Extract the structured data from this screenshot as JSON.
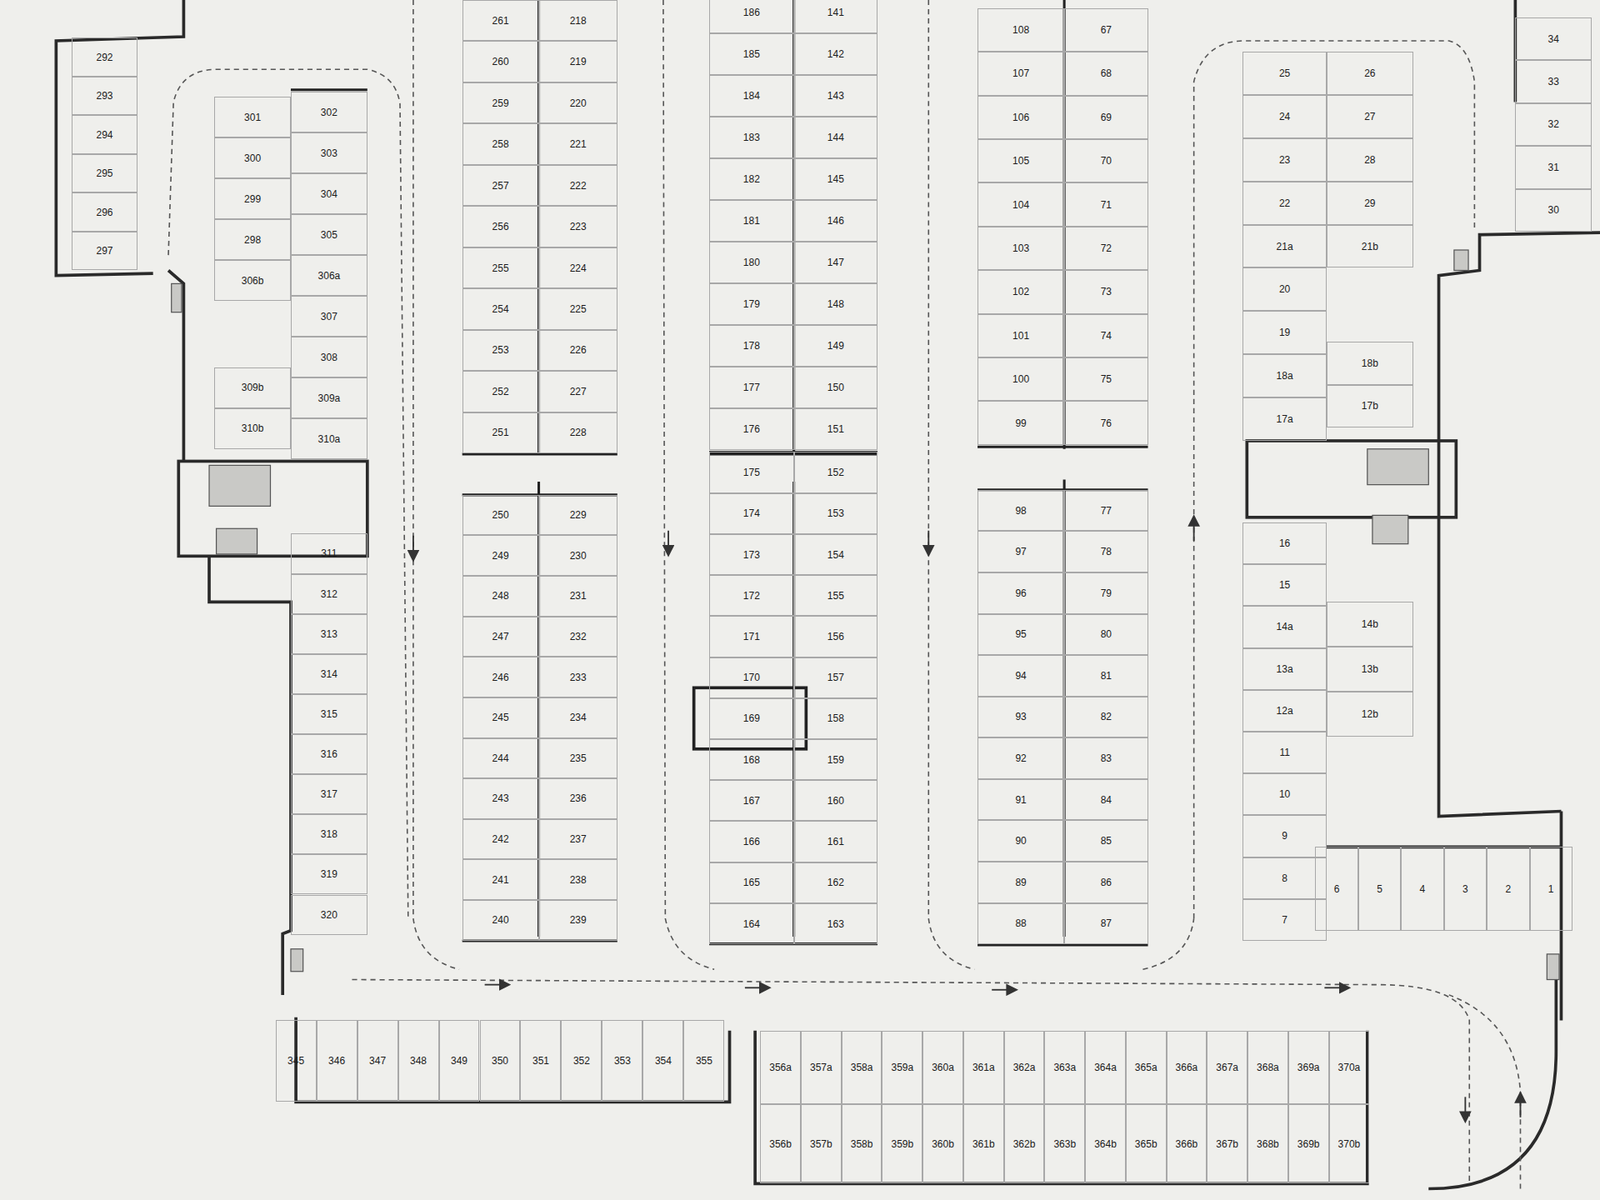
{
  "diagram": {
    "nodes": [
      {
        "text": [
          "292"
        ]
      },
      {
        "text": [
          "293"
        ]
      },
      {
        "text": [
          "294"
        ]
      },
      {
        "text": [
          "295"
        ]
      },
      {
        "text": [
          "296"
        ]
      },
      {
        "text": [
          "297"
        ]
      },
      {
        "text": [
          "301"
        ]
      },
      {
        "text": [
          "300"
        ]
      },
      {
        "text": [
          "299"
        ]
      },
      {
        "text": [
          "298"
        ]
      },
      {
        "text": [
          "306b"
        ]
      },
      {
        "text": [
          "309b"
        ]
      },
      {
        "text": [
          "310b"
        ]
      },
      {
        "text": [
          "302"
        ]
      },
      {
        "text": [
          "303"
        ]
      },
      {
        "text": [
          "304"
        ]
      },
      {
        "text": [
          "305"
        ]
      },
      {
        "text": [
          "306a"
        ]
      },
      {
        "text": [
          "307"
        ]
      },
      {
        "text": [
          "308"
        ]
      },
      {
        "text": [
          "309a"
        ]
      },
      {
        "text": [
          "310a"
        ]
      },
      {
        "text": [
          "311"
        ]
      },
      {
        "text": [
          "312"
        ]
      },
      {
        "text": [
          "313"
        ]
      },
      {
        "text": [
          "314"
        ]
      },
      {
        "text": [
          "315"
        ]
      },
      {
        "text": [
          "316"
        ]
      },
      {
        "text": [
          "317"
        ]
      },
      {
        "text": [
          "318"
        ]
      },
      {
        "text": [
          "319"
        ]
      },
      {
        "text": [
          "320"
        ]
      },
      {
        "text": [
          "261"
        ]
      },
      {
        "text": [
          "260"
        ]
      },
      {
        "text": [
          "259"
        ]
      },
      {
        "text": [
          "258"
        ]
      },
      {
        "text": [
          "257"
        ]
      },
      {
        "text": [
          "256"
        ]
      },
      {
        "text": [
          "255"
        ]
      },
      {
        "text": [
          "254"
        ]
      },
      {
        "text": [
          "253"
        ]
      },
      {
        "text": [
          "252"
        ]
      },
      {
        "text": [
          "251"
        ]
      },
      {
        "text": [
          "218"
        ]
      },
      {
        "text": [
          "219"
        ]
      },
      {
        "text": [
          "220"
        ]
      },
      {
        "text": [
          "221"
        ]
      },
      {
        "text": [
          "222"
        ]
      },
      {
        "text": [
          "223"
        ]
      },
      {
        "text": [
          "224"
        ]
      },
      {
        "text": [
          "225"
        ]
      },
      {
        "text": [
          "226"
        ]
      },
      {
        "text": [
          "227"
        ]
      },
      {
        "text": [
          "228"
        ]
      },
      {
        "text": [
          "250"
        ]
      },
      {
        "text": [
          "249"
        ]
      },
      {
        "text": [
          "248"
        ]
      },
      {
        "text": [
          "247"
        ]
      },
      {
        "text": [
          "246"
        ]
      },
      {
        "text": [
          "245"
        ]
      },
      {
        "text": [
          "244"
        ]
      },
      {
        "text": [
          "243"
        ]
      },
      {
        "text": [
          "242"
        ]
      },
      {
        "text": [
          "241"
        ]
      },
      {
        "text": [
          "240"
        ]
      },
      {
        "text": [
          "229"
        ]
      },
      {
        "text": [
          "230"
        ]
      },
      {
        "text": [
          "231"
        ]
      },
      {
        "text": [
          "232"
        ]
      },
      {
        "text": [
          "233"
        ]
      },
      {
        "text": [
          "234"
        ]
      },
      {
        "text": [
          "235"
        ]
      },
      {
        "text": [
          "236"
        ]
      },
      {
        "text": [
          "237"
        ]
      },
      {
        "text": [
          "238"
        ]
      },
      {
        "text": [
          "239"
        ]
      },
      {
        "text": [
          "186"
        ]
      },
      {
        "text": [
          "185"
        ]
      },
      {
        "text": [
          "184"
        ]
      },
      {
        "text": [
          "183"
        ]
      },
      {
        "text": [
          "182"
        ]
      },
      {
        "text": [
          "181"
        ]
      },
      {
        "text": [
          "180"
        ]
      },
      {
        "text": [
          "179"
        ]
      },
      {
        "text": [
          "178"
        ]
      },
      {
        "text": [
          "177"
        ]
      },
      {
        "text": [
          "176"
        ]
      },
      {
        "text": [
          "141"
        ]
      },
      {
        "text": [
          "142"
        ]
      },
      {
        "text": [
          "143"
        ]
      },
      {
        "text": [
          "144"
        ]
      },
      {
        "text": [
          "145"
        ]
      },
      {
        "text": [
          "146"
        ]
      },
      {
        "text": [
          "147"
        ]
      },
      {
        "text": [
          "148"
        ]
      },
      {
        "text": [
          "149"
        ]
      },
      {
        "text": [
          "150"
        ]
      },
      {
        "text": [
          "151"
        ]
      },
      {
        "text": [
          "175"
        ]
      },
      {
        "text": [
          "174"
        ]
      },
      {
        "text": [
          "173"
        ]
      },
      {
        "text": [
          "172"
        ]
      },
      {
        "text": [
          "171"
        ]
      },
      {
        "text": [
          "170"
        ]
      },
      {
        "text": [
          "169"
        ]
      },
      {
        "text": [
          "168"
        ]
      },
      {
        "text": [
          "167"
        ]
      },
      {
        "text": [
          "166"
        ]
      },
      {
        "text": [
          "165"
        ]
      },
      {
        "text": [
          "164"
        ]
      },
      {
        "text": [
          "152"
        ]
      },
      {
        "text": [
          "153"
        ]
      },
      {
        "text": [
          "154"
        ]
      },
      {
        "text": [
          "155"
        ]
      },
      {
        "text": [
          "156"
        ]
      },
      {
        "text": [
          "157"
        ]
      },
      {
        "text": [
          "158"
        ]
      },
      {
        "text": [
          "159"
        ]
      },
      {
        "text": [
          "160"
        ]
      },
      {
        "text": [
          "161"
        ]
      },
      {
        "text": [
          "162"
        ]
      },
      {
        "text": [
          "163"
        ]
      },
      {
        "text": [
          "108"
        ]
      },
      {
        "text": [
          "107"
        ]
      },
      {
        "text": [
          "106"
        ]
      },
      {
        "text": [
          "105"
        ]
      },
      {
        "text": [
          "104"
        ]
      },
      {
        "text": [
          "103"
        ]
      },
      {
        "text": [
          "102"
        ]
      },
      {
        "text": [
          "101"
        ]
      },
      {
        "text": [
          "100"
        ]
      },
      {
        "text": [
          "99"
        ]
      },
      {
        "text": [
          "67"
        ]
      },
      {
        "text": [
          "68"
        ]
      },
      {
        "text": [
          "69"
        ]
      },
      {
        "text": [
          "70"
        ]
      },
      {
        "text": [
          "71"
        ]
      },
      {
        "text": [
          "72"
        ]
      },
      {
        "text": [
          "73"
        ]
      },
      {
        "text": [
          "74"
        ]
      },
      {
        "text": [
          "75"
        ]
      },
      {
        "text": [
          "76"
        ]
      },
      {
        "text": [
          "98"
        ]
      },
      {
        "text": [
          "97"
        ]
      },
      {
        "text": [
          "96"
        ]
      },
      {
        "text": [
          "95"
        ]
      },
      {
        "text": [
          "94"
        ]
      },
      {
        "text": [
          "93"
        ]
      },
      {
        "text": [
          "92"
        ]
      },
      {
        "text": [
          "91"
        ]
      },
      {
        "text": [
          "90"
        ]
      },
      {
        "text": [
          "89"
        ]
      },
      {
        "text": [
          "88"
        ]
      },
      {
        "text": [
          "77"
        ]
      },
      {
        "text": [
          "78"
        ]
      },
      {
        "text": [
          "79"
        ]
      },
      {
        "text": [
          "80"
        ]
      },
      {
        "text": [
          "81"
        ]
      },
      {
        "text": [
          "82"
        ]
      },
      {
        "text": [
          "83"
        ]
      },
      {
        "text": [
          "84"
        ]
      },
      {
        "text": [
          "85"
        ]
      },
      {
        "text": [
          "86"
        ]
      },
      {
        "text": [
          "87"
        ]
      },
      {
        "text": [
          "25"
        ]
      },
      {
        "text": [
          "24"
        ]
      },
      {
        "text": [
          "23"
        ]
      },
      {
        "text": [
          "22"
        ]
      },
      {
        "text": [
          "21a"
        ]
      },
      {
        "text": [
          "20"
        ]
      },
      {
        "text": [
          "19"
        ]
      },
      {
        "text": [
          "18a"
        ]
      },
      {
        "text": [
          "17a"
        ]
      },
      {
        "text": [
          "26"
        ]
      },
      {
        "text": [
          "27"
        ]
      },
      {
        "text": [
          "28"
        ]
      },
      {
        "text": [
          "29"
        ]
      },
      {
        "text": [
          "21b"
        ]
      },
      {
        "text": [
          "18b"
        ]
      },
      {
        "text": [
          "17b"
        ]
      },
      {
        "text": [
          "16"
        ]
      },
      {
        "text": [
          "15"
        ]
      },
      {
        "text": [
          "14a"
        ]
      },
      {
        "text": [
          "13a"
        ]
      },
      {
        "text": [
          "12a"
        ]
      },
      {
        "text": [
          "11"
        ]
      },
      {
        "text": [
          "10"
        ]
      },
      {
        "text": [
          "9"
        ]
      },
      {
        "text": [
          "8"
        ]
      },
      {
        "text": [
          "7"
        ]
      },
      {
        "text": [
          "14b"
        ]
      },
      {
        "text": [
          "13b"
        ]
      },
      {
        "text": [
          "12b"
        ]
      },
      {
        "text": [
          "6"
        ]
      },
      {
        "text": [
          "5"
        ]
      },
      {
        "text": [
          "4"
        ]
      },
      {
        "text": [
          "3"
        ]
      },
      {
        "text": [
          "2"
        ]
      },
      {
        "text": [
          "1"
        ]
      },
      {
        "text": [
          "34"
        ]
      },
      {
        "text": [
          "33"
        ]
      },
      {
        "text": [
          "32"
        ]
      },
      {
        "text": [
          "31"
        ]
      },
      {
        "text": [
          "30"
        ]
      },
      {
        "text": [
          "345"
        ]
      },
      {
        "text": [
          "346"
        ]
      },
      {
        "text": [
          "347"
        ]
      },
      {
        "text": [
          "348"
        ]
      },
      {
        "text": [
          "349"
        ]
      },
      {
        "text": [
          "350"
        ]
      },
      {
        "text": [
          "351"
        ]
      },
      {
        "text": [
          "352"
        ]
      },
      {
        "text": [
          "353"
        ]
      },
      {
        "text": [
          "354"
        ]
      },
      {
        "text": [
          "355"
        ]
      },
      {
        "text": [
          "356a"
        ]
      },
      {
        "text": [
          "357a"
        ]
      },
      {
        "text": [
          "358a"
        ]
      },
      {
        "text": [
          "359a"
        ]
      },
      {
        "text": [
          "360a"
        ]
      },
      {
        "text": [
          "361a"
        ]
      },
      {
        "text": [
          "362a"
        ]
      },
      {
        "text": [
          "363a"
        ]
      },
      {
        "text": [
          "364a"
        ]
      },
      {
        "text": [
          "365a"
        ]
      },
      {
        "text": [
          "366a"
        ]
      },
      {
        "text": [
          "367a"
        ]
      },
      {
        "text": [
          "368a"
        ]
      },
      {
        "text": [
          "369a"
        ]
      },
      {
        "text": [
          "370a"
        ]
      },
      {
        "text": [
          "356b"
        ]
      },
      {
        "text": [
          "357b"
        ]
      },
      {
        "text": [
          "358b"
        ]
      },
      {
        "text": [
          "359b"
        ]
      },
      {
        "text": [
          "360b"
        ]
      },
      {
        "text": [
          "361b"
        ]
      },
      {
        "text": [
          "362b"
        ]
      },
      {
        "text": [
          "363b"
        ]
      },
      {
        "text": [
          "364b"
        ]
      },
      {
        "text": [
          "365b"
        ]
      },
      {
        "text": [
          "366b"
        ]
      },
      {
        "text": [
          "367b"
        ]
      },
      {
        "text": [
          "368b"
        ]
      },
      {
        "text": [
          "369b"
        ]
      },
      {
        "text": [
          "370b"
        ]
      }
    ]
  }
}
